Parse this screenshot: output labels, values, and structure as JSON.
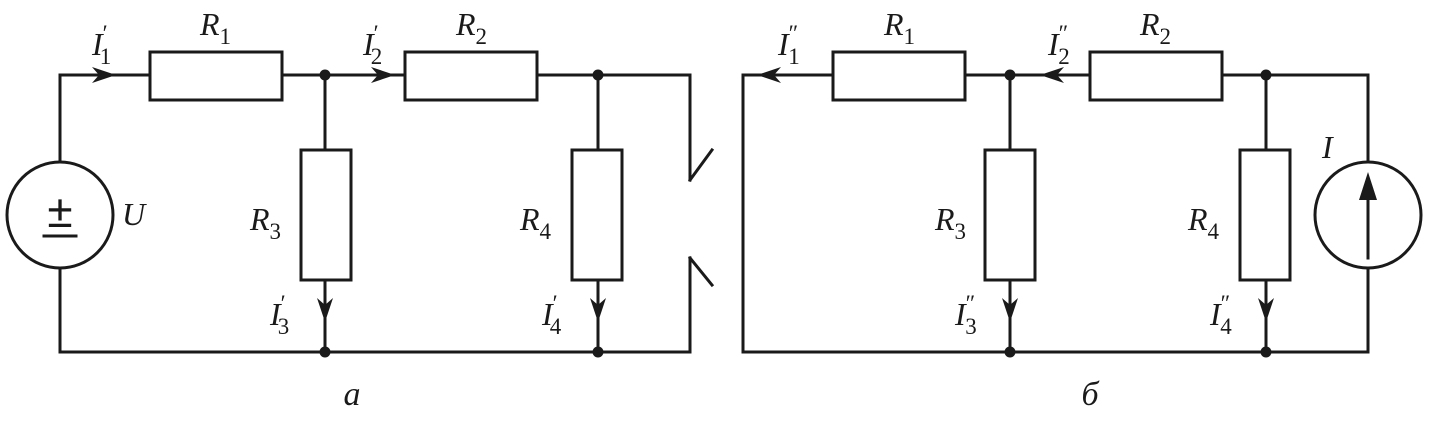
{
  "circuit_a": {
    "caption": "а",
    "source": {
      "label": "U",
      "symbol": "±"
    },
    "resistors": [
      {
        "id": "R1",
        "base": "R",
        "sub": "1"
      },
      {
        "id": "R2",
        "base": "R",
        "sub": "2"
      },
      {
        "id": "R3",
        "base": "R",
        "sub": "3"
      },
      {
        "id": "R4",
        "base": "R",
        "sub": "4"
      }
    ],
    "currents": [
      {
        "id": "I1",
        "base": "I",
        "sub": "1",
        "prime": "′"
      },
      {
        "id": "I2",
        "base": "I",
        "sub": "2",
        "prime": "′"
      },
      {
        "id": "I3",
        "base": "I",
        "sub": "3",
        "prime": "′"
      },
      {
        "id": "I4",
        "base": "I",
        "sub": "4",
        "prime": "′"
      }
    ]
  },
  "circuit_b": {
    "caption": "б",
    "source": {
      "label": "I"
    },
    "resistors": [
      {
        "id": "R1",
        "base": "R",
        "sub": "1"
      },
      {
        "id": "R2",
        "base": "R",
        "sub": "2"
      },
      {
        "id": "R3",
        "base": "R",
        "sub": "3"
      },
      {
        "id": "R4",
        "base": "R",
        "sub": "4"
      }
    ],
    "currents": [
      {
        "id": "I1",
        "base": "I",
        "sub": "1",
        "prime": "″"
      },
      {
        "id": "I2",
        "base": "I",
        "sub": "2",
        "prime": "″"
      },
      {
        "id": "I3",
        "base": "I",
        "sub": "3",
        "prime": "″"
      },
      {
        "id": "I4",
        "base": "I",
        "sub": "4",
        "prime": "″"
      }
    ]
  }
}
